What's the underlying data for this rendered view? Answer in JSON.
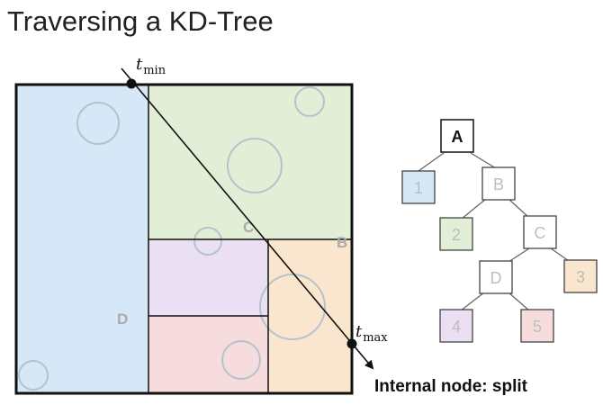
{
  "title": "Traversing a KD-Tree",
  "region_labels": {
    "c": "C",
    "b": "B",
    "d": "D"
  },
  "ray": {
    "t_min": {
      "symbol": "t",
      "subscript": "min"
    },
    "t_max": {
      "symbol": "t",
      "subscript": "max"
    }
  },
  "tree": {
    "nodes": {
      "a": "A",
      "b": "B",
      "c": "C",
      "d": "D",
      "leaf1": "1",
      "leaf2": "2",
      "leaf3": "3",
      "leaf4": "4",
      "leaf5": "5"
    }
  },
  "caption": "Internal node: split",
  "colors": {
    "leaf1": "#d6e8f8",
    "leaf2": "#e2efd6",
    "leaf3": "#fae6cf",
    "leaf4": "#ebdff3",
    "leaf5": "#f6dcdc",
    "frame": "#111111",
    "circle": "#b3c3cc",
    "edge": "#666666"
  }
}
